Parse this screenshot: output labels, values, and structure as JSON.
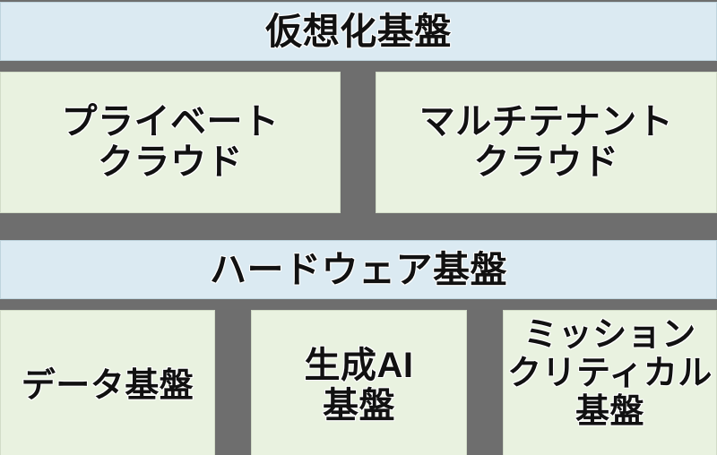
{
  "diagram": {
    "title": "仮想化基盤",
    "background_color": "#6e6e6e",
    "banner_color": "#dbeaf2",
    "card_color": "#e9f2e0",
    "text_color": "#111111",
    "rows": [
      {
        "kind": "banner",
        "label": "仮想化基盤"
      },
      {
        "kind": "cards",
        "items": [
          {
            "label": "プライベート\nクラウド"
          },
          {
            "label": "マルチテナント\nクラウド"
          }
        ]
      },
      {
        "kind": "banner",
        "label": "ハードウェア基盤"
      },
      {
        "kind": "cards",
        "items": [
          {
            "label": "データ基盤"
          },
          {
            "label": "生成AI\n基盤"
          },
          {
            "label": "ミッション\nクリティカル\n基盤"
          }
        ]
      }
    ]
  }
}
